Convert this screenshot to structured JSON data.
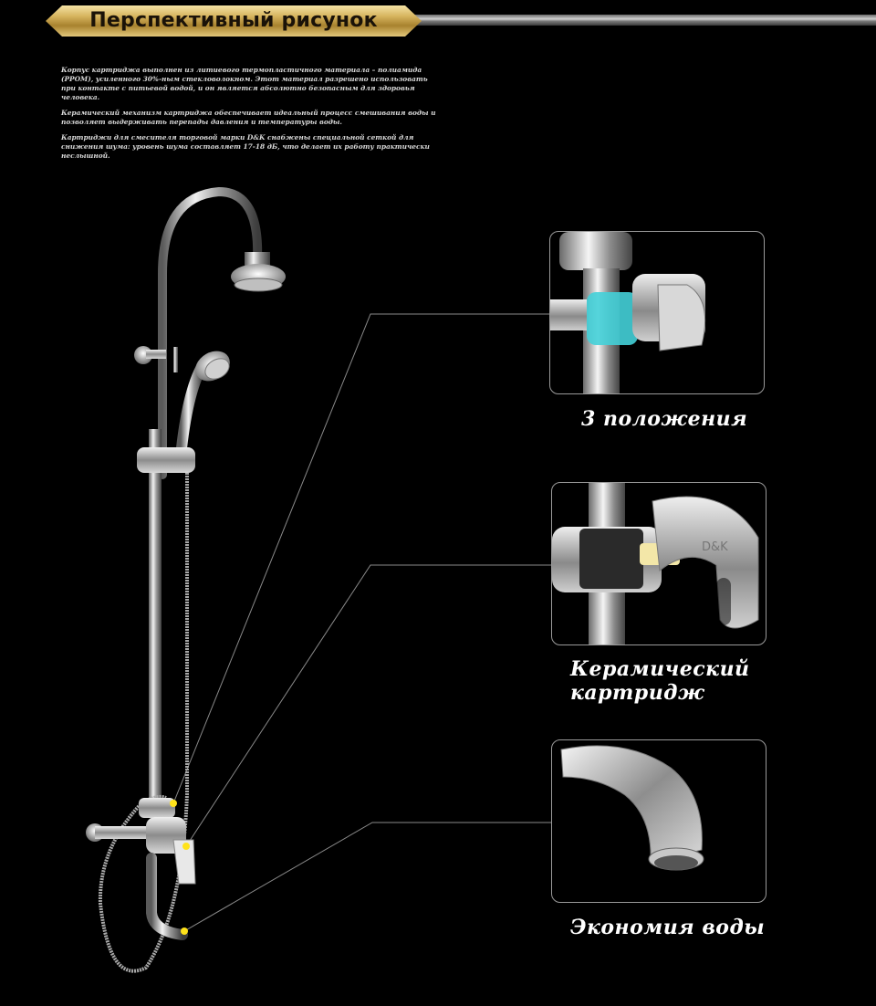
{
  "banner": {
    "title": "Перспективный рисунок"
  },
  "description": {
    "p1": "Корпус картриджа выполнен из литиевого термопластичного материала – полиамида (PPOM), усиленного 30%-ным стекловолокном. Этот материал разрешено использовать при контакте с питьевой водой, и он является абсолютно безопасным для здоровья человека.",
    "p2": "Керамический механизм картриджа обеспечивает идеальный процесс смешивания воды и позволяет выдерживать перепады давления и температуры воды.",
    "p3": "Картриджи для смесителя торговой марки D&K снабжены специальной сеткой для снижения шума: уровень шума составляет 17-18 дБ, что делает их работу практически неслышной."
  },
  "features": [
    {
      "caption_line1": "3 положения",
      "caption_line2": ""
    },
    {
      "caption_line1": "Керамический",
      "caption_line2": "картридж",
      "brand_mark": "D&K"
    },
    {
      "caption_line1": "Экономия воды",
      "caption_line2": ""
    }
  ],
  "colors": {
    "gold": "#d6b45e",
    "highlight": "#ffe21a",
    "cartridge_blue": "#44d0d8"
  }
}
